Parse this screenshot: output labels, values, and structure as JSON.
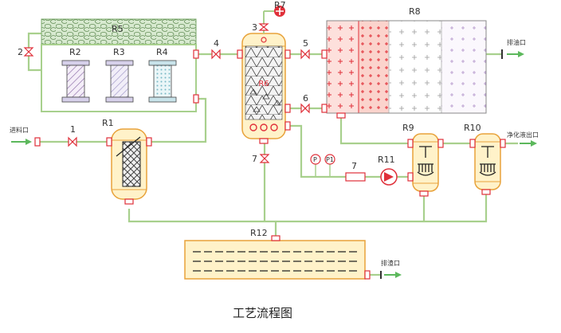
{
  "labels": {
    "R1": "R1",
    "R2": "R2",
    "R3": "R3",
    "R4": "R4",
    "R5": "R5",
    "R6": "R6",
    "R7": "R7",
    "R8": "R8",
    "R9": "R9",
    "R10": "R10",
    "R11": "R11",
    "R12": "R12"
  },
  "valves": {
    "v1": "1",
    "v2": "2",
    "v3": "3",
    "v4": "4",
    "v5": "5",
    "v6": "6",
    "v7": "7"
  },
  "pipe_item_7": "7",
  "gauges": {
    "p": "P",
    "p1": "P1"
  },
  "ports": {
    "inlet": "进料口",
    "oil_out": "排油口",
    "clean_out": "净化液出口",
    "drain": "排渣口"
  },
  "caption": "工艺流程图",
  "colors": {
    "pipe": "#a8d08d",
    "vessel_fill": "#fff2c9",
    "vessel_edge": "#e8a23a",
    "red": "#e0303a",
    "arrow": "#5cb85c"
  }
}
